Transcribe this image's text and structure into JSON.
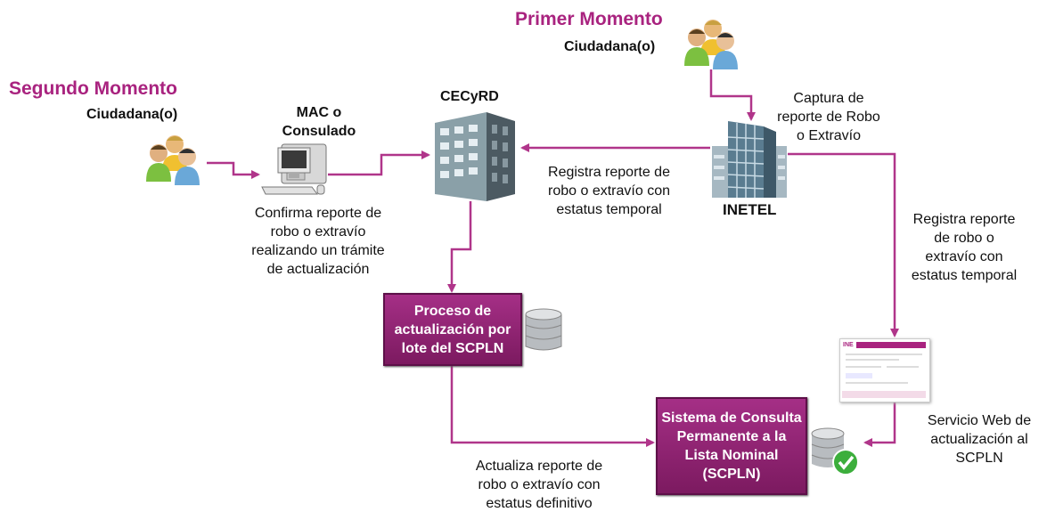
{
  "first_moment": {
    "title": "Primer Momento",
    "citizen": "Ciudadana(o)"
  },
  "second_moment": {
    "title": "Segundo Momento",
    "citizen": "Ciudadana(o)"
  },
  "mac": {
    "title": "MAC o\nConsulado",
    "caption": "Confirma reporte de\nrobo o extravío\nrealizando un trámite\nde actualización"
  },
  "cecyrd": {
    "title": "CECyRD"
  },
  "inetel": {
    "title": "INETEL",
    "caption": "Captura de\nreporte de Robo\no Extravío"
  },
  "edge_inetel_cecyrd": "Registra reporte de\nrobo o extravío con\nestatus temporal",
  "edge_inetel_web": "Registra reporte\nde robo o\nextravío con\nestatus temporal",
  "batch_process": "Proceso de\nactualización por\nlote del SCPLN",
  "scpln": "Sistema de Consulta\nPermanente a la\nLista Nominal\n(SCPLN)",
  "edge_batch_scpln": "Actualiza reporte de\nrobo o extravío con\nestatus definitivo",
  "web_service": {
    "caption": "Servicio Web de\nactualización al\nSCPLN",
    "logo": "INE"
  },
  "colors": {
    "accent": "#a9237f",
    "box": "#8e2170",
    "arrow": "#b0358a"
  }
}
